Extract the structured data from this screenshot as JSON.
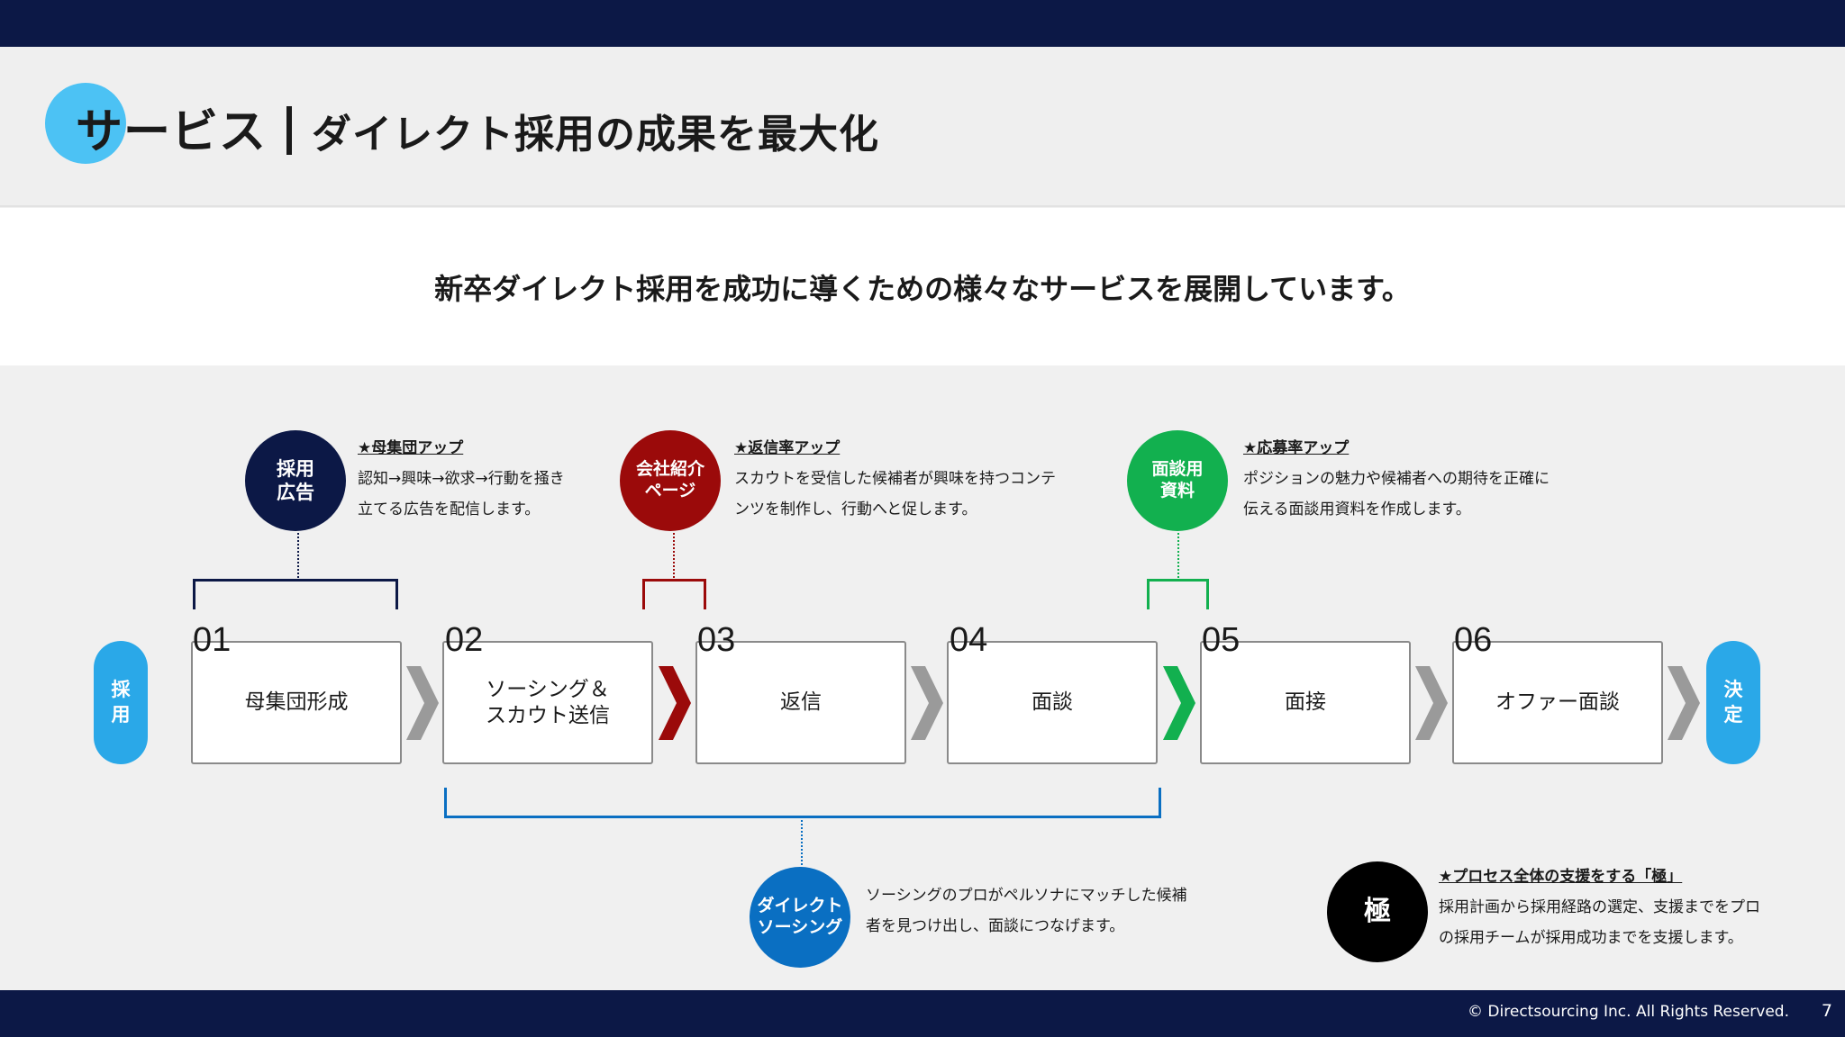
{
  "header": {
    "title_main": "サービス",
    "title_sub": "ダイレクト採用の成果を最大化"
  },
  "subtitle": "新卒ダイレクト採用を成功に導くための様々なサービスを展開しています。",
  "flow": {
    "start_label": "採\n用",
    "end_label": "決\n定",
    "steps": [
      {
        "num": "01",
        "label": "母集団形成"
      },
      {
        "num": "02",
        "label": "ソーシング＆\nスカウト送信"
      },
      {
        "num": "03",
        "label": "返信"
      },
      {
        "num": "04",
        "label": "面談"
      },
      {
        "num": "05",
        "label": "面接"
      },
      {
        "num": "06",
        "label": "オファー面談"
      }
    ]
  },
  "services": [
    {
      "circle": "採用\n広告",
      "color": "#0c1846",
      "heading": "★母集団アップ",
      "lines": [
        "認知→興味→欲求→行動を掻き",
        "立てる広告を配信します。"
      ]
    },
    {
      "circle": "会社紹介\nページ",
      "color": "#9b0a0a",
      "heading": "★返信率アップ",
      "lines": [
        "スカウトを受信した候補者が興味を持つコンテ",
        "ンツを制作し、行動へと促します。"
      ]
    },
    {
      "circle": "面談用\n資料",
      "color": "#12b04f",
      "heading": "★応募率アップ",
      "lines": [
        "ポジションの魅力や候補者への期待を正確に",
        "伝える面談用資料を作成します。"
      ]
    },
    {
      "circle": "ダイレクト\nソーシング",
      "color": "#0a6fc2",
      "lines": [
        "ソーシングのプロがペルソナにマッチした候補",
        "者を見つけ出し、面談につなげます。"
      ]
    },
    {
      "circle": "極",
      "color": "#000000",
      "heading": "★プロセス全体の支援をする「極」",
      "lines": [
        "採用計画から採用経路の選定、支援までをプロ",
        "の採用チームが採用成功までを支援します。"
      ]
    }
  ],
  "footer": {
    "copyright": "© Directsourcing Inc. All Rights Reserved.",
    "page": "7"
  }
}
